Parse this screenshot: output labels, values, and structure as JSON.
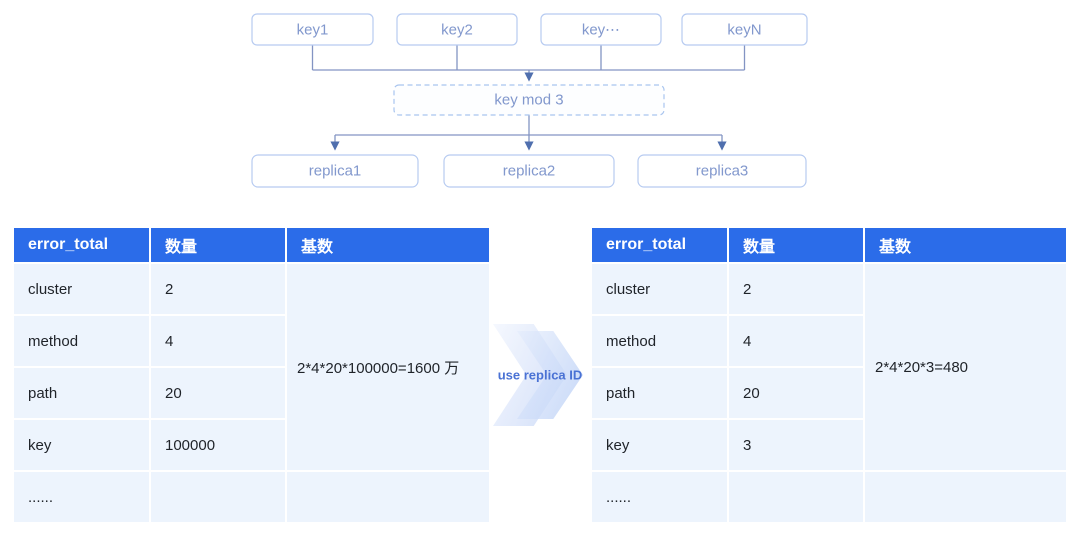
{
  "diagram": {
    "keys": [
      "key1",
      "key2",
      "key⋯",
      "keyN"
    ],
    "hash_node": "key mod 3",
    "replicas": [
      "replica1",
      "replica2",
      "replica3"
    ]
  },
  "mid_arrow": {
    "label": "use replica ID"
  },
  "left_table": {
    "headers": [
      "error_total",
      "数量",
      "基数"
    ],
    "rows": [
      {
        "name": "cluster",
        "count": "2"
      },
      {
        "name": "method",
        "count": "4"
      },
      {
        "name": "path",
        "count": "20"
      },
      {
        "name": "key",
        "count": "100000"
      },
      {
        "name": "......",
        "count": ""
      }
    ],
    "cardinality": "2*4*20*100000=1600 万"
  },
  "right_table": {
    "headers": [
      "error_total",
      "数量",
      "基数"
    ],
    "rows": [
      {
        "name": "cluster",
        "count": "2"
      },
      {
        "name": "method",
        "count": "4"
      },
      {
        "name": "path",
        "count": "20"
      },
      {
        "name": "key",
        "count": "3"
      },
      {
        "name": "......",
        "count": ""
      }
    ],
    "cardinality": "2*4*20*3=480"
  },
  "colors": {
    "table_header_blue": "#2b6ce9",
    "table_row_bg": "#edf4fd",
    "node_border": "#b7cbf1",
    "node_text": "#8298cd",
    "connector": "#8394c3",
    "arrowhead": "#4f6fae",
    "mid_arrow_text": "#4a72d4"
  }
}
